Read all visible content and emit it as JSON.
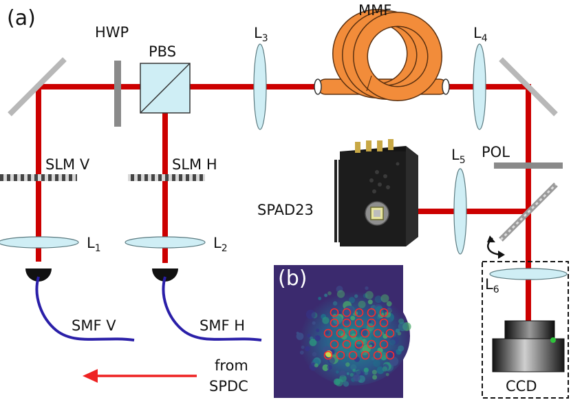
{
  "labels": {
    "panel_a": "(a)",
    "panel_b": "(b)",
    "hwp": "HWP",
    "pbs": "PBS",
    "mmf": "MMF",
    "l3": {
      "base": "L",
      "sub": "3"
    },
    "l4": {
      "base": "L",
      "sub": "4"
    },
    "l5": {
      "base": "L",
      "sub": "5"
    },
    "l1": {
      "base": "L",
      "sub": "1"
    },
    "l2": {
      "base": "L",
      "sub": "2"
    },
    "l6": {
      "base": "L",
      "sub": "6"
    },
    "slm_v": "SLM V",
    "slm_h": "SLM H",
    "pol": "POL",
    "spad": "SPAD23",
    "smf_v": "SMF V",
    "smf_h": "SMF H",
    "from_line1": "from",
    "from_line2": "SPDC",
    "ccd": "CCD"
  },
  "colors": {
    "beam": "#cc0000",
    "fiber_mmf": "#f28c3a",
    "fiber_smf": "#2a1fa8",
    "lens": "#cfeef5",
    "optic_gray": "#8a8a8a",
    "spdc_arrow": "#ee2222",
    "speckle_bg": "#3b2a6e",
    "spad_rings": "#ff2a2a"
  },
  "icons": {
    "mirror": "mirror-icon",
    "detector": "fiber-coupler-icon",
    "rotation": "rotation-arrow-icon"
  }
}
